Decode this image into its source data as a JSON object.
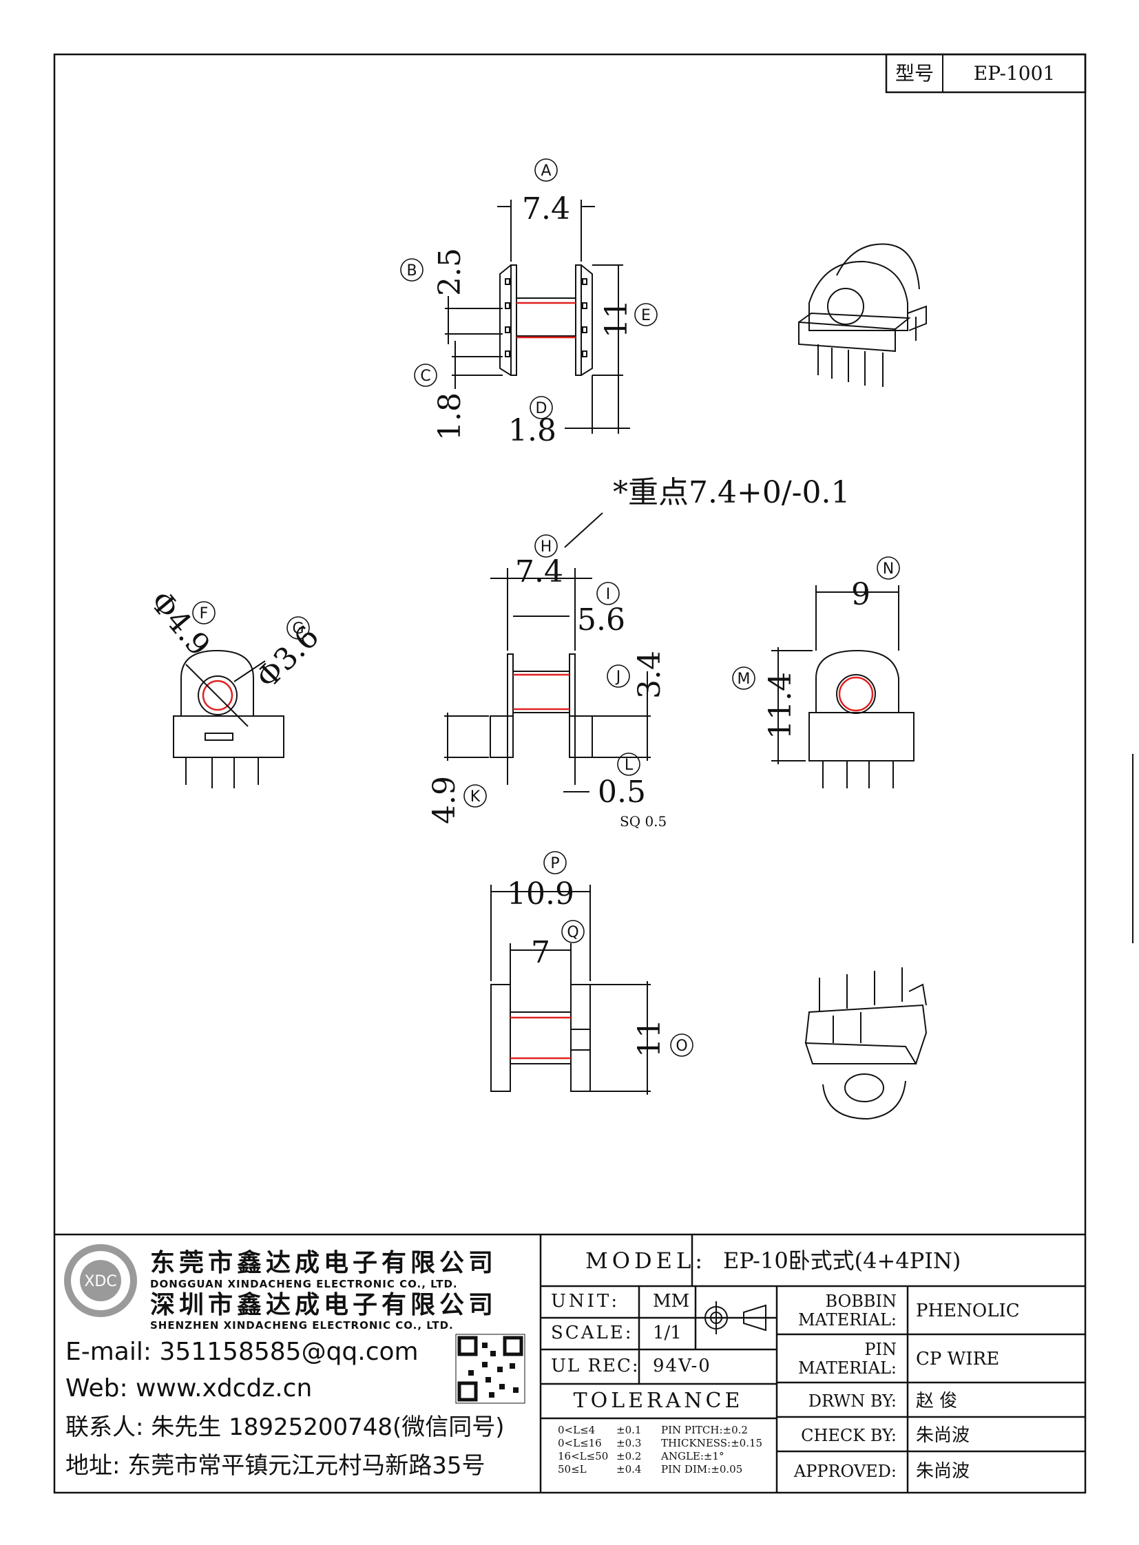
{
  "model_box": {
    "label": "型号",
    "value": "EP-1001"
  },
  "callouts": {
    "A": "A",
    "B": "B",
    "C": "C",
    "D": "D",
    "E": "E",
    "F": "F",
    "G": "G",
    "H": "H",
    "I": "I",
    "J": "J",
    "K": "K",
    "L": "L",
    "M": "M",
    "N": "N",
    "O": "O",
    "P": "P",
    "Q": "Q"
  },
  "dimensions": {
    "A": "7.4",
    "B": "2.5",
    "C": "1.8",
    "D": "1.8",
    "E": "11",
    "F": "Φ4.9",
    "G": "Φ3.6",
    "H": "7.4",
    "I": "5.6",
    "J": "3.4",
    "K": "4.9",
    "L": "0.5",
    "M": "11.4",
    "N": "9",
    "O": "11",
    "P": "10.9",
    "Q": "7"
  },
  "notes": {
    "key_point": "*重点7.4+0/-0.1",
    "pin_square": "SQ 0.5"
  },
  "company": {
    "name_cn_1": "东莞市鑫达成电子有限公司",
    "name_en_1": "DONGGUAN XINDACHENG ELECTRONIC CO., LTD.",
    "name_cn_2": "深圳市鑫达成电子有限公司",
    "name_en_2": "SHENZHEN XINDACHENG ELECTRONIC CO., LTD.",
    "logo_text": "XDC",
    "email": "E-mail: 351158585@qq.com",
    "web": "Web: www.xdcdz.cn",
    "contact": "联系人: 朱先生 18925200748(微信同号)",
    "address": "地址: 东莞市常平镇元江元村马新路35号"
  },
  "title_block": {
    "model_label": "MODEL:",
    "model_value": "EP-10卧式式(4+4PIN)",
    "unit_label": "UNIT:",
    "unit_value": "MM",
    "scale_label": "SCALE:",
    "scale_value": "1/1",
    "ulrec_label": "UL REC:",
    "ulrec_value": "94V-0",
    "tolerance_label": "TOLERANCE",
    "tolerance_rows": [
      {
        "range": "0<L≤4",
        "tol": "±0.1",
        "spec": "PIN PITCH:±0.2"
      },
      {
        "range": "0<L≤16",
        "tol": "±0.3",
        "spec": "THICKNESS:±0.15"
      },
      {
        "range": "16<L≤50",
        "tol": "±0.2",
        "spec": "ANGLE:±1°"
      },
      {
        "range": "50≤L",
        "tol": "±0.4",
        "spec": "PIN DIM:±0.05"
      }
    ],
    "bobbin_material_label_1": "BOBBIN",
    "bobbin_material_label_2": "MATERIAL:",
    "bobbin_material_value": "PHENOLIC",
    "pin_material_label_1": "PIN",
    "pin_material_label_2": "MATERIAL:",
    "pin_material_value": "CP WIRE",
    "drawn_by_label": "DRWN BY:",
    "drawn_by_value": "赵  俊",
    "check_by_label": "CHECK BY:",
    "check_by_value": "朱尚波",
    "approved_label": "APPROVED:",
    "approved_value": "朱尚波"
  },
  "colors": {
    "line": "#111111",
    "highlight": "#e02020",
    "logo": "#9a9a9a"
  }
}
